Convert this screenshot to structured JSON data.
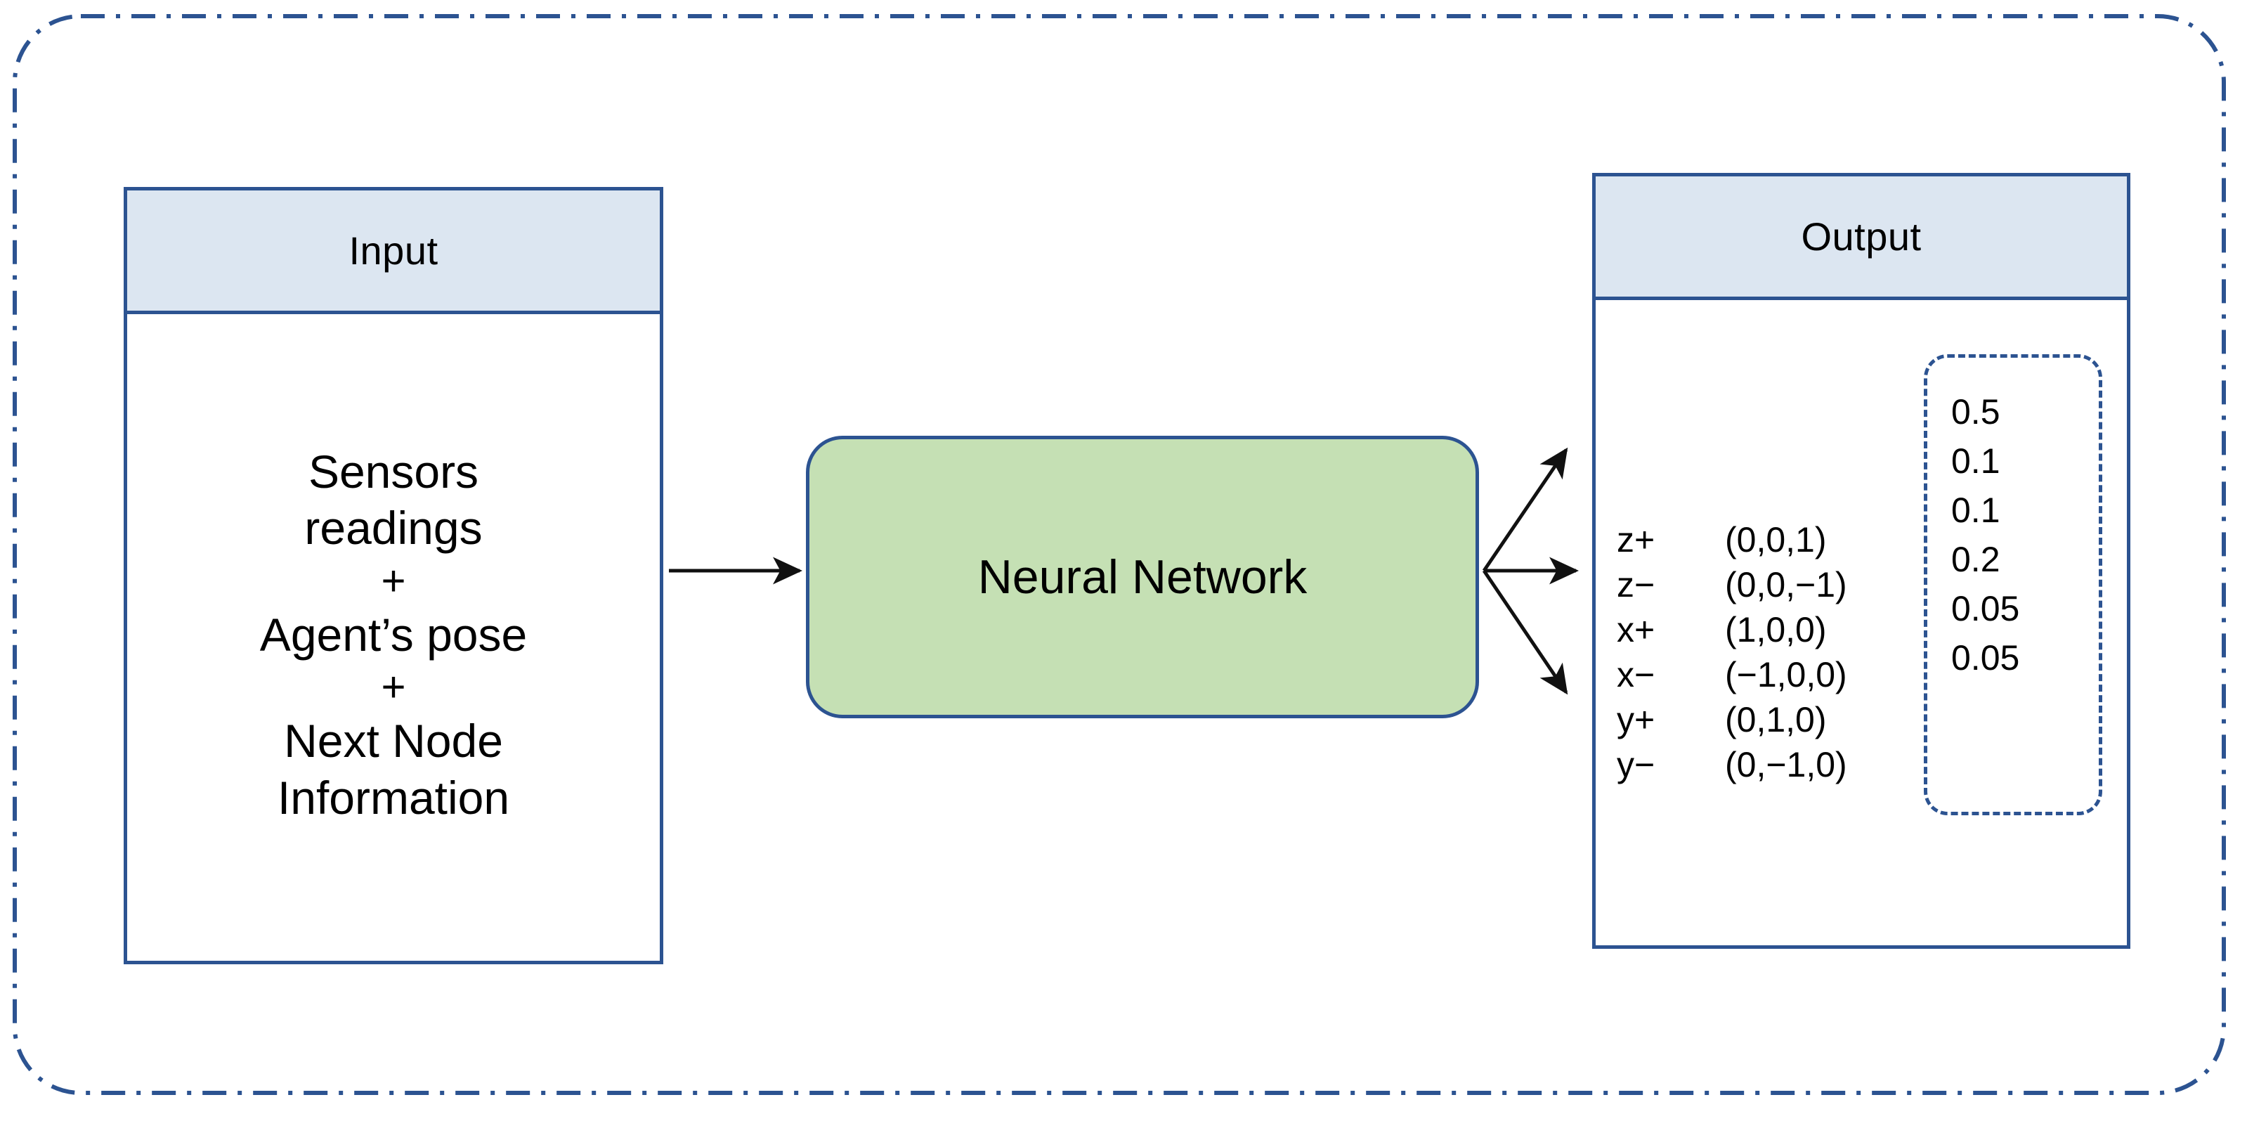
{
  "diagram": {
    "title": "Neural Network Input Output Diagram",
    "colors": {
      "frame_border": "#2c5391",
      "panel_border": "#2c5391",
      "panel_header_fill": "#dce6f1",
      "nn_fill": "#c5e0b4",
      "dashed_border": "#2c5391",
      "arrow": "#000000",
      "text": "#000000",
      "background": "#ffffff"
    }
  },
  "input_panel": {
    "header": "Input",
    "lines": [
      "Sensors",
      "readings",
      "+",
      "Agent’s pose",
      "+",
      "Next Node",
      "Information"
    ]
  },
  "neural_network": {
    "label": "Neural Network"
  },
  "arrows": {
    "input_to_nn": "arrow-right",
    "nn_to_output_up": "arrow-up-right",
    "nn_to_output_straight": "arrow-right",
    "nn_to_output_down": "arrow-down-right"
  },
  "output_panel": {
    "header": "Output",
    "rows": [
      {
        "axis": "z+",
        "vector": "(0,0,1)",
        "probability": "0.5"
      },
      {
        "axis": "z−",
        "vector": "(0,0,−1)",
        "probability": "0.1"
      },
      {
        "axis": "x+",
        "vector": "(1,0,0)",
        "probability": "0.1"
      },
      {
        "axis": "x−",
        "vector": "(−1,0,0)",
        "probability": "0.2"
      },
      {
        "axis": "y+",
        "vector": "(0,1,0)",
        "probability": "0.05"
      },
      {
        "axis": "y−",
        "vector": "(0,−1,0)",
        "probability": "0.05"
      }
    ]
  }
}
